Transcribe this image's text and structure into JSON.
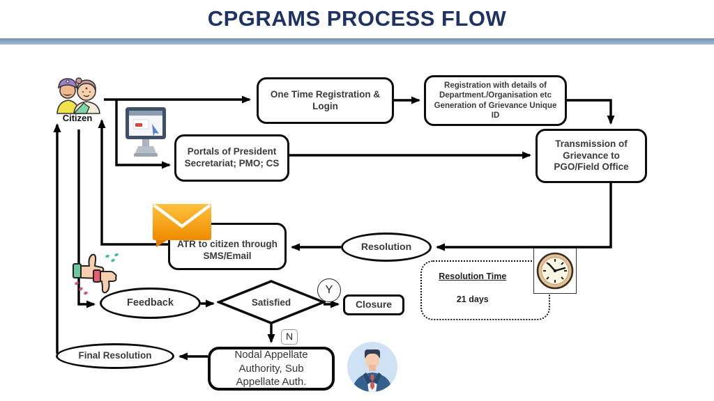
{
  "title": "CPGRAMS PROCESS FLOW",
  "flow": {
    "citizen": "Citizen",
    "one_time_registration": "One Time Registration & Login",
    "registration_details": "Registration with details of Department./Organisation etc Generation of Grievance Unique ID",
    "portals": "Portals of President Secretariat; PMO; CS",
    "transmission": "Transmission of Grievance to PGO/Field Office",
    "atr": "ATR to citizen through SMS/Email",
    "resolution": "Resolution",
    "feedback": "Feedback",
    "satisfied": "Satisfied",
    "yes": "Y",
    "no": "N",
    "closure": "Closure",
    "nodal_appellate": "Nodal Appellate Authority, Sub Appellate Auth.",
    "final_resolution": "Final Resolution"
  },
  "callout": {
    "title": "Resolution Time",
    "value": "21 days"
  },
  "icons": {
    "citizen": "citizen-couple-icon",
    "monitor": "computer-monitor-icon",
    "envelope": "email-envelope-icon",
    "thumbs": "thumbs-up-down-icon",
    "clock": "wall-clock-icon",
    "officer": "officer-avatar-icon"
  },
  "colors": {
    "title": "#1E3263",
    "divider": "#8EA9C2",
    "line": "#000000",
    "envelope_orange": "#F59E0B",
    "clock_rim": "#E2C19B",
    "avatar_bg": "#CFE1F5"
  }
}
